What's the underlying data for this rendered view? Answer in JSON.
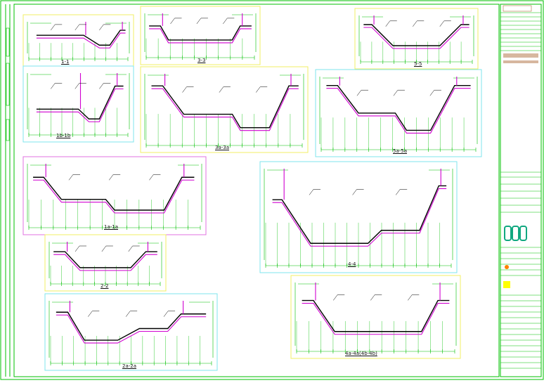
{
  "colors": {
    "frame": "#00c000",
    "rebar": "#d000d0",
    "concrete": "#000000",
    "dim": "#00c000",
    "box_yellow": "#f2ef66",
    "box_cyan": "#7fe6ee",
    "box_magenta": "#e070e0",
    "logo": "#11a880",
    "logo_accent": "#ff8000",
    "note_brown": "#b07040"
  },
  "details": [
    {
      "id": "d1",
      "label": "1-1"
    },
    {
      "id": "d1b",
      "label": "1b-1b"
    },
    {
      "id": "d3",
      "label": "3-3"
    },
    {
      "id": "d3a",
      "label": "3a-3a"
    },
    {
      "id": "d5",
      "label": "5-5"
    },
    {
      "id": "d5a",
      "label": "5a-5a"
    },
    {
      "id": "d1a",
      "label": "1a-1a"
    },
    {
      "id": "d4",
      "label": "4-4"
    },
    {
      "id": "d2",
      "label": "2-2"
    },
    {
      "id": "d2a",
      "label": "2a-2a"
    },
    {
      "id": "d4b",
      "label": "4a-4a(4b-4b)"
    }
  ],
  "title_block": {
    "logo_icon": "company-logo-icon"
  }
}
